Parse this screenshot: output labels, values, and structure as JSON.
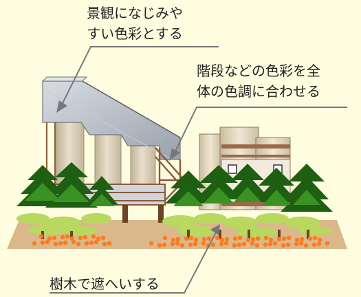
{
  "labels": {
    "top_left": [
      "景観になじみや",
      "すい色彩とする"
    ],
    "top_right": [
      "階段などの色彩を全",
      "体の色調に合わせる"
    ],
    "bottom": "樹木で遮へいする"
  },
  "colors": {
    "background": "#fffde0",
    "ground": "#dbb88c",
    "deck_top": "#c9cdd4",
    "deck_front": "#a8aeb8",
    "pillar": "#ddd3be",
    "pillar_shade": "#b9ab90",
    "rail": "#8a5a3a",
    "tree_dark": "#1f5f12",
    "tree_mid": "#2f8a1c",
    "tree_light": "#b8d860",
    "flower": "#ff7a1a",
    "leader": "#777777"
  }
}
